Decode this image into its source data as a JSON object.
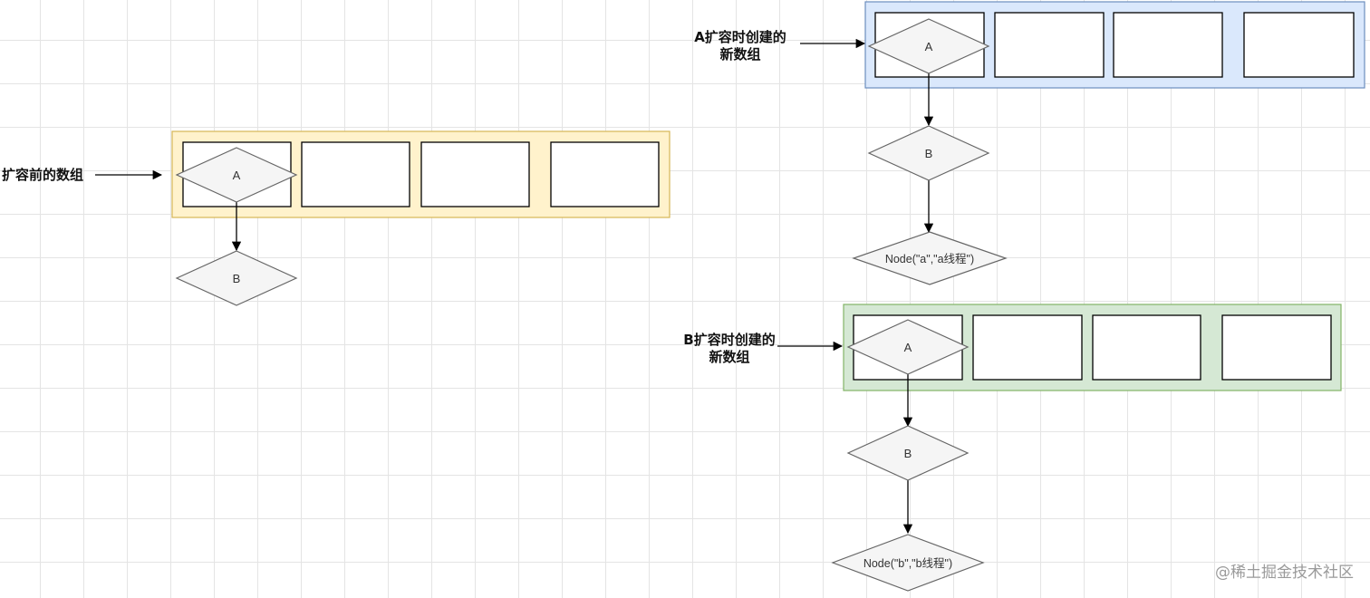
{
  "labels": {
    "before": "扩容前的数组",
    "a_line1": "A扩容时创建的",
    "a_line2": "新数组",
    "b_line1": "B扩容时创建的",
    "b_line2": "新数组"
  },
  "nodes": {
    "left_a": "A",
    "left_b": "B",
    "top_a": "A",
    "top_b": "B",
    "top_node": "Node(\"a\",\"a线程\")",
    "bottom_a": "A",
    "bottom_b": "B",
    "bottom_node": "Node(\"b\",\"b线程\")"
  },
  "colors": {
    "before_fill": "#fff2cc",
    "before_stroke": "#d6b656",
    "a_fill": "#dae8fc",
    "a_stroke": "#6c8ebf",
    "b_fill": "#d5e8d4",
    "b_stroke": "#82b366",
    "diamond_fill": "#f5f5f5",
    "diamond_stroke": "#666666"
  },
  "watermark": "@稀土掘金技术社区"
}
